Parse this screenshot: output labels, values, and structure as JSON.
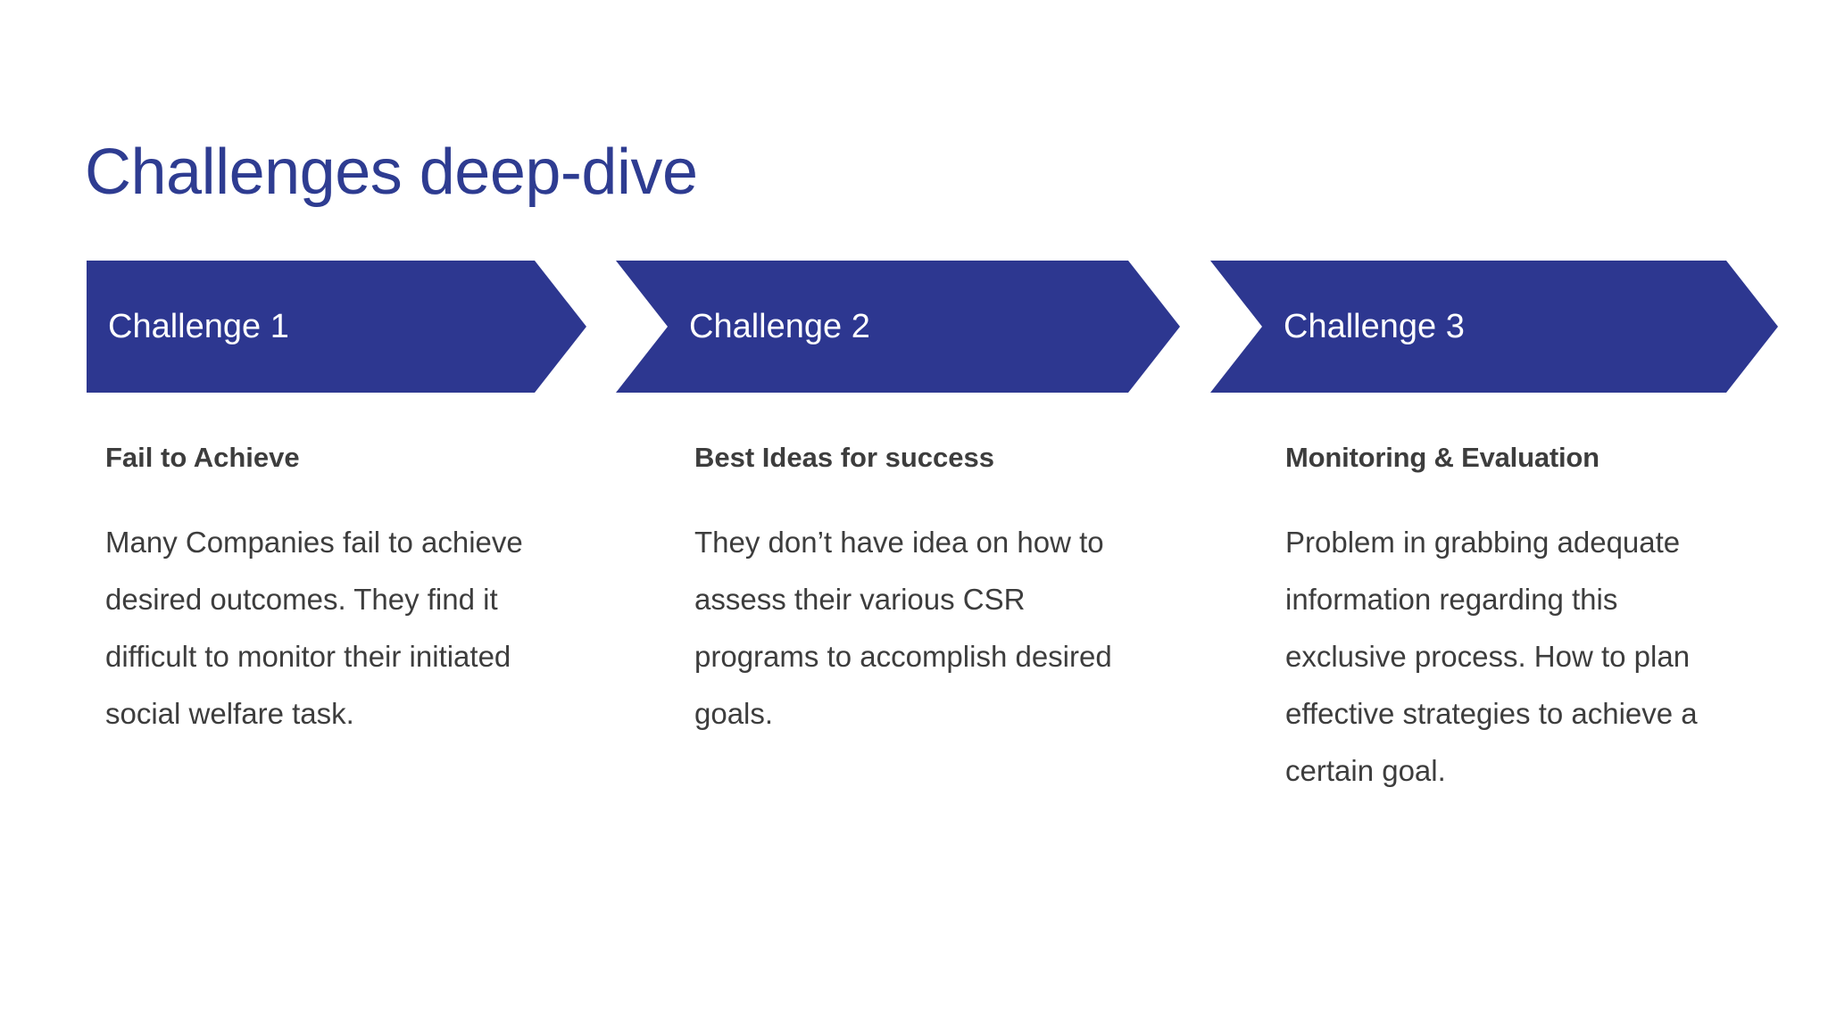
{
  "slide": {
    "title": "Challenges deep-dive",
    "background_color": "#ffffff",
    "title_color": "#2e3c91",
    "accent_color": "#2d3790",
    "body_text_color": "#3d3d3d"
  },
  "chevrons": [
    {
      "label": "Challenge 1"
    },
    {
      "label": "Challenge 2"
    },
    {
      "label": "Challenge 3"
    }
  ],
  "columns": [
    {
      "heading": "Fail to Achieve",
      "body": "Many Companies fail to achieve desired outcomes. They find it difficult to monitor their initiated social welfare task."
    },
    {
      "heading": "Best Ideas for success",
      "body": "They don’t have idea on how to assess their various CSR programs to accomplish desired goals."
    },
    {
      "heading": "Monitoring & Evaluation",
      "body": "Problem in grabbing adequate information regarding this exclusive process. How to plan effective strategies to achieve a certain goal."
    }
  ]
}
